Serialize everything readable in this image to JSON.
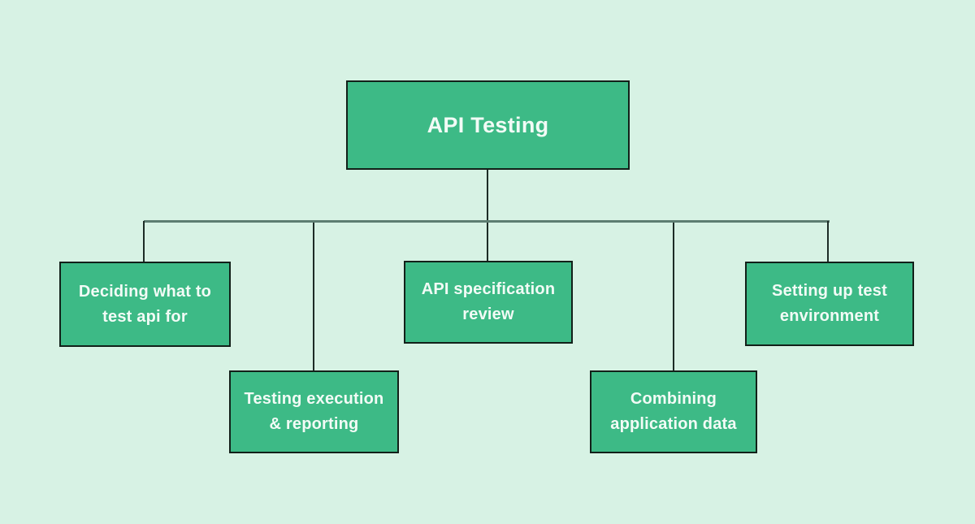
{
  "diagram": {
    "root": {
      "label": "API Testing"
    },
    "children": [
      {
        "label": "Deciding what to test api for",
        "lines": [
          "Deciding what to",
          "test api for"
        ]
      },
      {
        "label": "Testing execution & reporting",
        "lines": [
          "Testing execution",
          "& reporting"
        ]
      },
      {
        "label": "API specification review",
        "lines": [
          "API specification",
          "review"
        ]
      },
      {
        "label": "Combining application data",
        "lines": [
          "Combining",
          "application data"
        ]
      },
      {
        "label": "Setting up test environment",
        "lines": [
          "Setting up test",
          "environment"
        ]
      }
    ],
    "colors": {
      "background": "#d7f2e4",
      "node_fill": "#3dba86",
      "node_border": "#122019",
      "node_text": "#f2fbf6",
      "connector": "#1d2c26",
      "connector_bus": "#5d7d71"
    }
  }
}
